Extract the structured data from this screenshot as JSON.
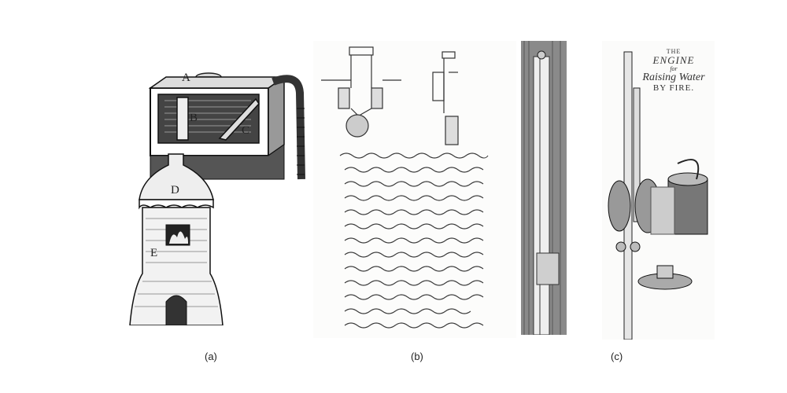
{
  "figure": {
    "captions": {
      "a": "(a)",
      "b": "(b)",
      "c": "(c)"
    },
    "panel_a": {
      "labels": [
        "A",
        "B",
        "C",
        "D",
        "E"
      ]
    },
    "panel_c": {
      "title_lines": [
        "THE",
        "ENGINE",
        "for",
        "Raising Water",
        "BY FIRE."
      ]
    }
  }
}
